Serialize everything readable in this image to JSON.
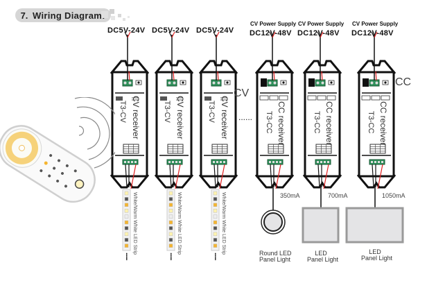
{
  "section": {
    "number": "7.",
    "title": "Wiring Diagram:"
  },
  "cv_group": {
    "label": "CV",
    "receivers": [
      {
        "supply": "DC5V-24V",
        "name": "CV receiver",
        "model": "T3-CV",
        "load": "White/Warm White LED Strip"
      },
      {
        "supply": "DC5V-24V",
        "name": "CV receiver",
        "model": "T3-CV",
        "load": "White/Warm White LED Strip"
      },
      {
        "supply": "DC5V-24V",
        "name": "CV receiver",
        "model": "T3-CV",
        "load": "White/Warm White LED Strip"
      }
    ],
    "continuation": "......"
  },
  "cc_group": {
    "label": "CC",
    "receivers": [
      {
        "supply_title": "CV Power Supply",
        "supply": "DC12V-48V",
        "name": "CC receiver",
        "model": "T3-CC",
        "current": "350mA",
        "load_line1": "Round LED",
        "load_line2": "Panel Light"
      },
      {
        "supply_title": "CV Power Supply",
        "supply": "DC12V-48V",
        "name": "CC receiver",
        "model": "T3-CC",
        "current": "700mA",
        "load_line1": "LED",
        "load_line2": "Panel Light"
      },
      {
        "supply_title": "CV Power Supply",
        "supply": "DC12V-48V",
        "name": "CC receiver",
        "model": "T3-CC",
        "current": "1050mA",
        "load_line1": "LED",
        "load_line2": "Panel Light"
      }
    ]
  },
  "strip_continuation": "......",
  "colors": {
    "wire_red": "#e02020",
    "terminal_green": "#2f8f5a",
    "title_bg": "#d6d6d6",
    "led_warm": "#f5b530",
    "led_white": "#fff3b0"
  },
  "icons": {
    "remote": "rf-remote-icon",
    "signal": "wireless-signal-icon"
  }
}
